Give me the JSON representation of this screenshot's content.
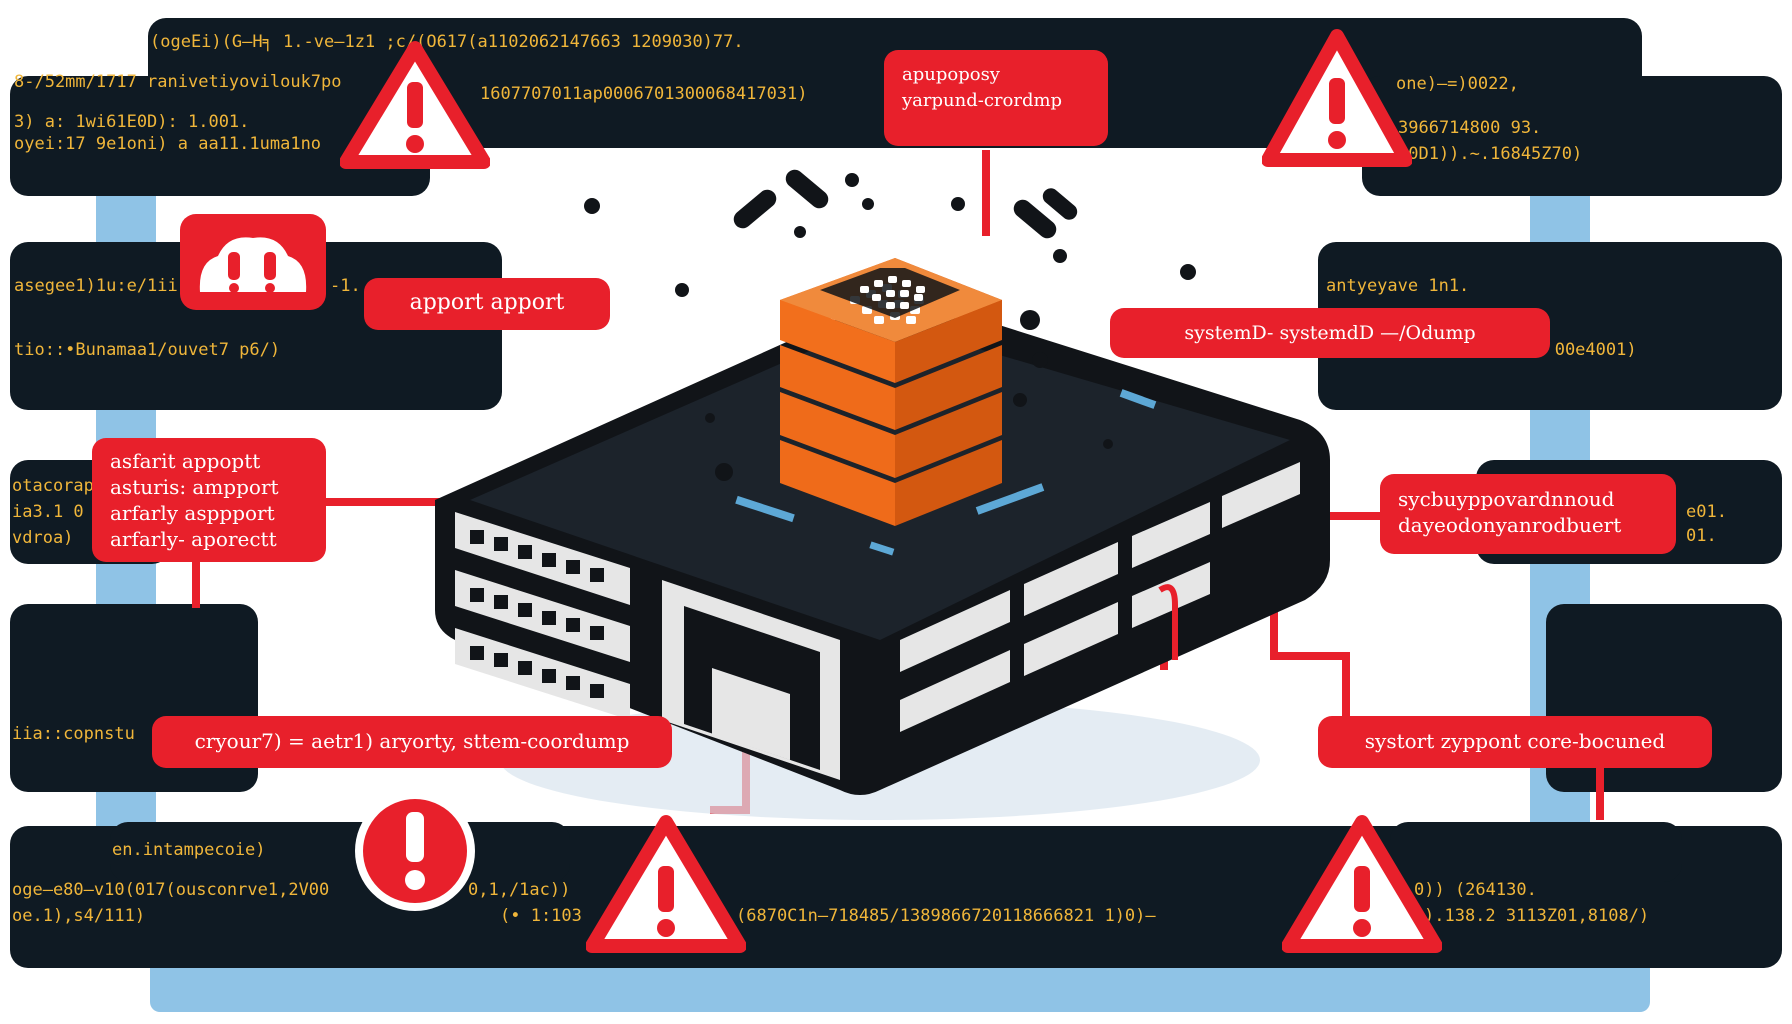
{
  "colors": {
    "panel_bg": "#0f1a23",
    "code_text": "#f0b63a",
    "alert_red": "#e8202b",
    "sky_blue": "#8fc3e6",
    "cube_orange": "#ef6b1a",
    "server_black": "#111418",
    "server_light": "#e6e6e6"
  },
  "icons": [
    "warning-triangle-icon",
    "alert-bubble-icon",
    "exclamation-circle-icon",
    "server-icon",
    "cube-icon"
  ],
  "code_lines": {
    "top_center_1": "(ogeEi)(G—H╕ 1.-ve—1z1 ;c/(O617(a1102062147663 1209030)77.",
    "top_left_2": "8-/52mm/1717 ranivetiyovilouk7po",
    "top_mid_2": "1607707011ap0006701300068417031)",
    "top_left_3": "3) a: 1wi61E0D): 1.001.",
    "top_left_4": "oyei:17 9e1oni) a aa11.1uma1no",
    "top_right_1": "one)—=)0022,",
    "top_right_2": "3966714800 93.",
    "top_right_3": "50D1)).~.16845Z70)",
    "left_mid_1": "asegee1)1u:e/1ii",
    "left_mid_1b": "-1.",
    "left_mid_2": "tio::•Bunamaa1/ouvet7 p6/)",
    "right_mid_1": "antyeyave 1n1.",
    "right_mid_2": "0) 00e4001)",
    "left_low_1": "otacorap",
    "left_low_2": "ia3.1 0",
    "left_low_3": "vdroa)",
    "right_low_1": "e01.",
    "right_low_2": "01.",
    "left_bottom_1": "iia::copnstu",
    "bottom_1": "en.intampecoie)",
    "bottom_2": "oge—e80—v10(017(ousconrve1,2V00",
    "bottom_2b": "0,1,/1ac))",
    "bottom_3": "oe.1),s4/111)",
    "bottom_3b": "(• 1:103",
    "bottom_3c": "(6870C1n—718485/1389866720118666821 1)0)—",
    "bottom_right_1": "0)) (264130.",
    "bottom_right_2": ").138.2 3113Z01,8108/)"
  },
  "labels": {
    "top_center": "apupoposy\nyarpund-crordmp",
    "left_apport": "apport apport",
    "right_systemd": "systemD- systemdD —/Odump",
    "left_list": "asfarit appoptt\nasturis: ampport\narfarly asppport\narfarly- aporectt",
    "right_pair": "sycbuyppovardnnoud\ndayeodonyanrodbuert",
    "bottom_left": "cryour7) = aetr1) aryorty, sttem-coordump",
    "bottom_right": "systort zyppont core-bocuned"
  }
}
